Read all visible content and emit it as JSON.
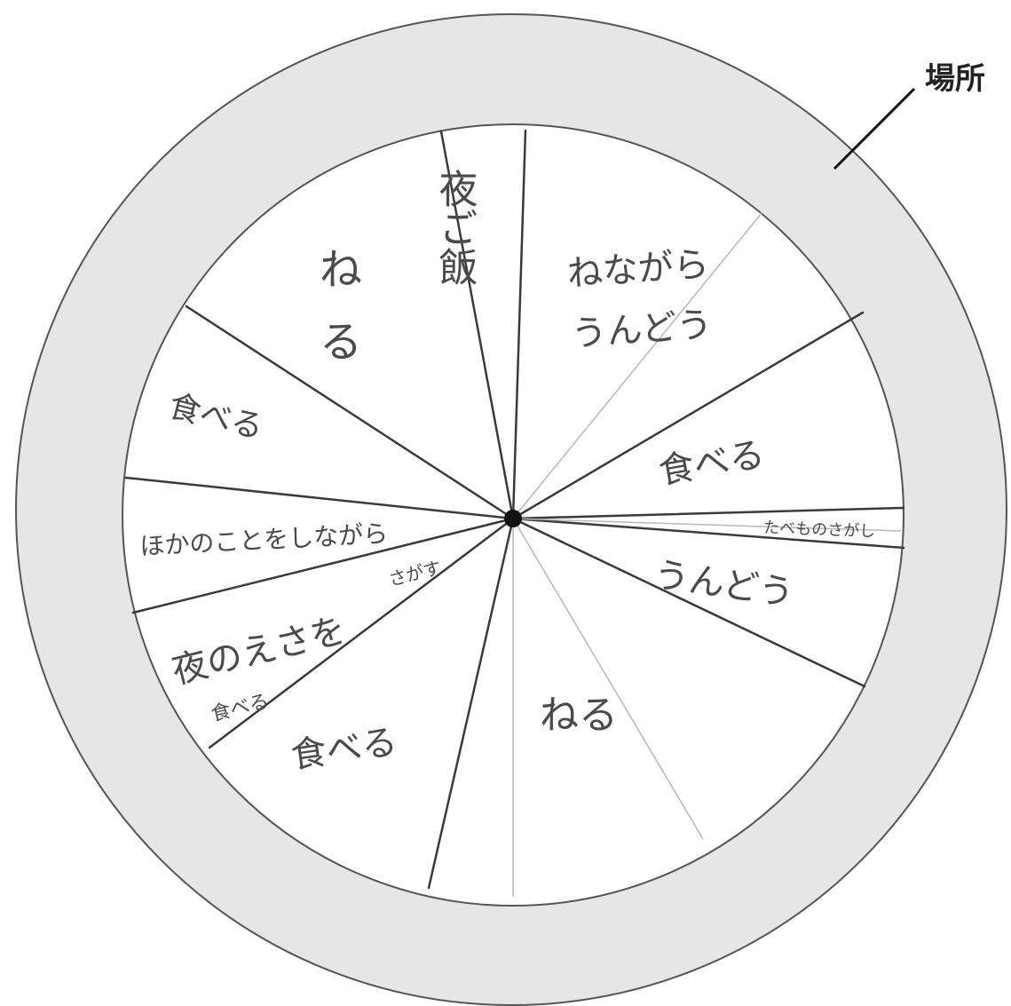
{
  "diagram": {
    "outer_ring_label": "場所",
    "segments": [
      {
        "label": "夜ご飯",
        "font": 44,
        "rot": 88
      },
      {
        "label": "ねながら\nうんどう",
        "font": 40,
        "rot": -8
      },
      {
        "label": "食べる",
        "font": 40,
        "rot": -10
      },
      {
        "label": "たべものさがし",
        "font": 18,
        "rot": 2
      },
      {
        "label": "うんどう",
        "font": 40,
        "rot": 8
      },
      {
        "label": "ねる",
        "font": 44,
        "rot": 0
      },
      {
        "label": "食べる",
        "font": 40,
        "rot": -8
      },
      {
        "label": "夜のえさを",
        "font": 40,
        "rot": -14
      },
      {
        "label": "食べる",
        "font": 22,
        "rot": -14
      },
      {
        "label": "さがす",
        "font": 20,
        "rot": -14
      },
      {
        "label": "ほかのことをしながら",
        "font": 28,
        "rot": -3
      },
      {
        "label": "食べる",
        "font": 36,
        "rot": 14
      },
      {
        "label": "ね\nる",
        "font": 48,
        "rot": 0
      }
    ],
    "colors": {
      "ring": "#e6e6e6",
      "disk": "#ffffff",
      "line": "#3a3a3a",
      "faint_line": "#b8b8b8"
    }
  }
}
